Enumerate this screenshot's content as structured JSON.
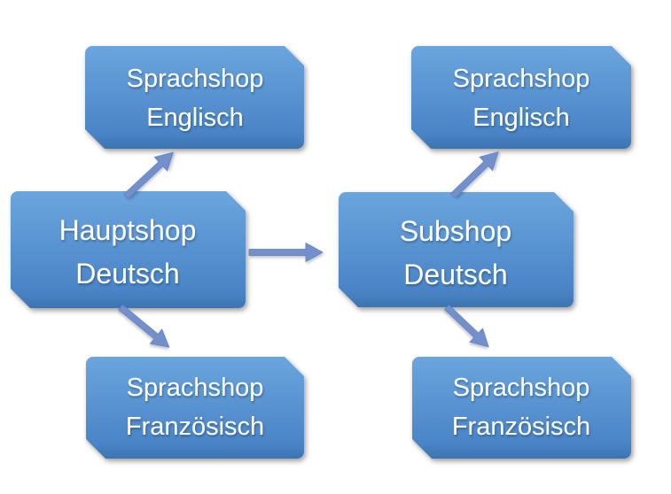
{
  "diagram": {
    "nodes": {
      "hauptshop": {
        "line1": "Hauptshop",
        "line2": "Deutsch"
      },
      "subshop": {
        "line1": "Subshop",
        "line2": "Deutsch"
      },
      "sprachshop_englisch_left": {
        "line1": "Sprachshop",
        "line2": "Englisch"
      },
      "sprachshop_franzoesisch_left": {
        "line1": "Sprachshop",
        "line2": "Französisch"
      },
      "sprachshop_englisch_right": {
        "line1": "Sprachshop",
        "line2": "Englisch"
      },
      "sprachshop_franzoesisch_right": {
        "line1": "Sprachshop",
        "line2": "Französisch"
      }
    },
    "edges": [
      {
        "from": "hauptshop",
        "to": "sprachshop_englisch_left"
      },
      {
        "from": "hauptshop",
        "to": "sprachshop_franzoesisch_left"
      },
      {
        "from": "hauptshop",
        "to": "subshop"
      },
      {
        "from": "subshop",
        "to": "sprachshop_englisch_right"
      },
      {
        "from": "subshop",
        "to": "sprachshop_franzoesisch_right"
      }
    ],
    "colors": {
      "box_top": "#6BA5DE",
      "box_bottom": "#4A84C6",
      "box_edge": "#3D74B1",
      "arrow_fill": "#7390CD",
      "text": "#FFFFFF"
    }
  }
}
